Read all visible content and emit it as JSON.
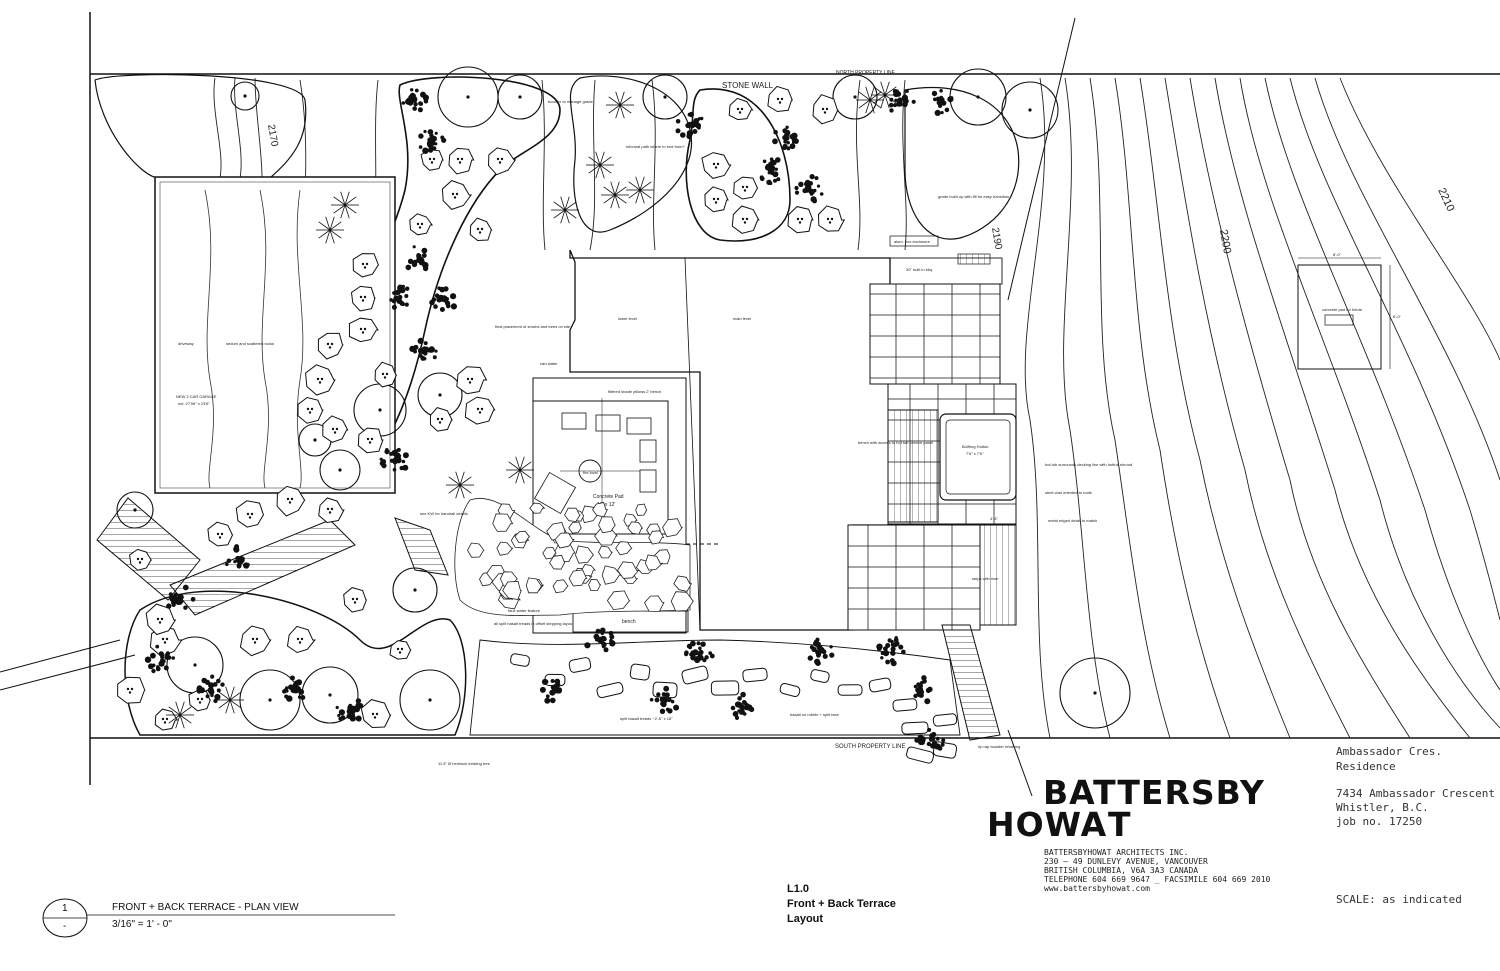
{
  "plan_labels": {
    "contour_2170": "2170",
    "contour_2190": "2190",
    "contour_2200": "2200",
    "contour_2210": "2210",
    "stone_wall": "STONE WALL",
    "north_property_line": "NORTH PROPERTY LINE",
    "south_property_line": "SOUTH PROPERTY LINE",
    "boulder_drainage": "boulder to manage grade",
    "informal_path": "informal path where to end from?",
    "grade_build_up": "grade build up with fill for easy transition",
    "alum_box": "alum. box enclosure",
    "driveway_area": "driveway",
    "sedum": "sedum and scattered rocks",
    "garage": "NEW 2 CAR GARAGE",
    "garage_dims": "ext. 27'06\" x 23'6\"",
    "final_placement": "final placement of shrubs and trees on site",
    "lower_level": "lower level",
    "main_level": "main level",
    "rain_water": "rain water",
    "bench_seats": "filtered shade pillows 2' bench",
    "fire_bowl": "fire bowl",
    "concrete_pad": "Concrete Pad",
    "concrete_pad_dims": "13' x 12'",
    "see_kw": "see KW for handrail details",
    "bench": "bench",
    "faux_water": "faux water feature",
    "split_basalt": "all split basalt treads in offset stepping layout",
    "split_basalt_2": "split basalt treads ~2'-6\" x 18\"",
    "basalt_rubble": "basalt on rubble + split face",
    "hemlock": "11.5\" Ø hemlock existing tree",
    "built_in_bbq": "30\" built in bbq",
    "hottub": "Bullfrog Hottub",
    "hottub_dims": "7'6\" x 7'6\"",
    "bench_access": "bench with access to hot tub service panel",
    "full_tub_surround": "hot tub surrounds decking line with hottub shroud",
    "steel_clad": "steel clad oriented to roofs",
    "metal_edge": "metal edged detail to match",
    "steps_note": "steps with riser",
    "slab_w": "4'-4\"",
    "rip_rap": "rip rap boulder retaining",
    "concrete_pad_future": "concrete pad for future",
    "pad_dim_top": "8'-0\"",
    "pad_dim_side": "6'-0\""
  },
  "firm": {
    "name_line1": "BATTERSBY",
    "name_line2a": "HOWA",
    "name_line2b": "T",
    "address_lines": [
      "BATTERSBYHOWAT ARCHITECTS INC.",
      "230 – 49 DUNLEVY AVENUE, VANCOUVER",
      "BRITISH COLUMBIA, V6A 3A3 CANADA",
      "TELEPHONE 604 669 9647 _ FACSIMILE 604 669 2010",
      "www.battersbyhowat.com"
    ]
  },
  "project": {
    "name_line1": "Ambassador Cres.",
    "name_line2": "Residence",
    "address_line1": "7434 Ambassador Crescent",
    "address_line2": "Whistler, B.C.",
    "job": "job no. 17250",
    "scale": "SCALE: as indicated"
  },
  "sheet": {
    "number": "L1.0",
    "title_line1": "Front + Back Terrace",
    "title_line2": "Layout"
  },
  "drawing_title": {
    "number": "1",
    "sub": "-",
    "name": "FRONT + BACK TERRACE - PLAN VIEW",
    "scale": "3/16\" = 1' - 0\""
  }
}
